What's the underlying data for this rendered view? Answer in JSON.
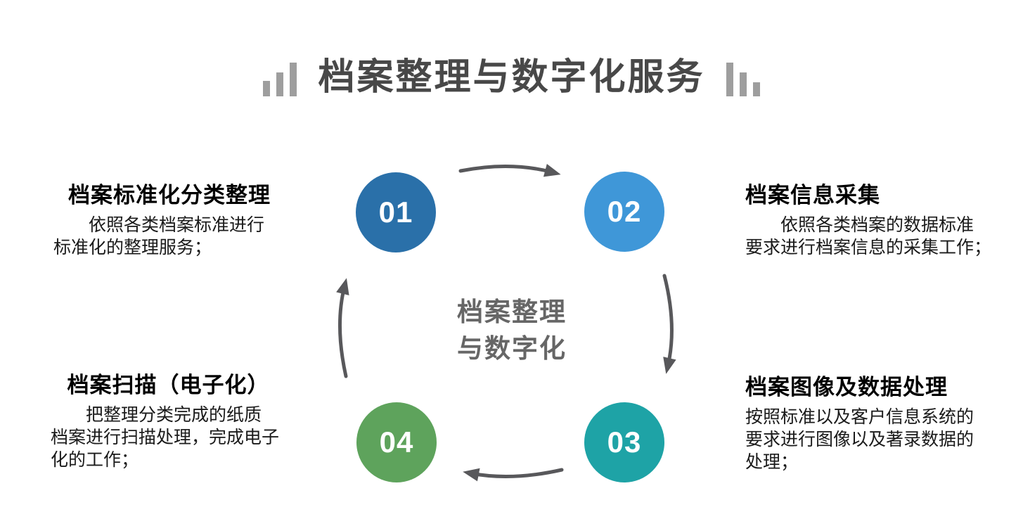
{
  "title": "档案整理与数字化服务",
  "center": {
    "label": "档案整理\n与数字化"
  },
  "colors": {
    "step1": "#2a70a9",
    "step2": "#3f97d8",
    "step3": "#1ea3a6",
    "step4": "#5ea35c",
    "arrow": "#58585b",
    "title_text": "#484848",
    "decoration_bars": "#9e9e9e",
    "center_text": "#666666"
  },
  "steps": [
    {
      "number": "01",
      "heading": "档案标准化分类整理",
      "desc": "　　依照各类档案标准进行\n标准化的整理服务；",
      "color": "#2a70a9"
    },
    {
      "number": "02",
      "heading": "档案信息采集",
      "desc": "　　依照各类档案的数据标准\n要求进行档案信息的采集工作；",
      "color": "#3f97d8"
    },
    {
      "number": "03",
      "heading": "档案图像及数据处理",
      "desc": "按照标准以及客户信息系统的\n要求进行图像以及著录数据的\n处理；",
      "color": "#1ea3a6"
    },
    {
      "number": "04",
      "heading": "档案扫描（电子化）",
      "desc": "　　把整理分类完成的纸质\n档案进行扫描处理，完成电子\n化的工作；",
      "color": "#5ea35c"
    }
  ]
}
